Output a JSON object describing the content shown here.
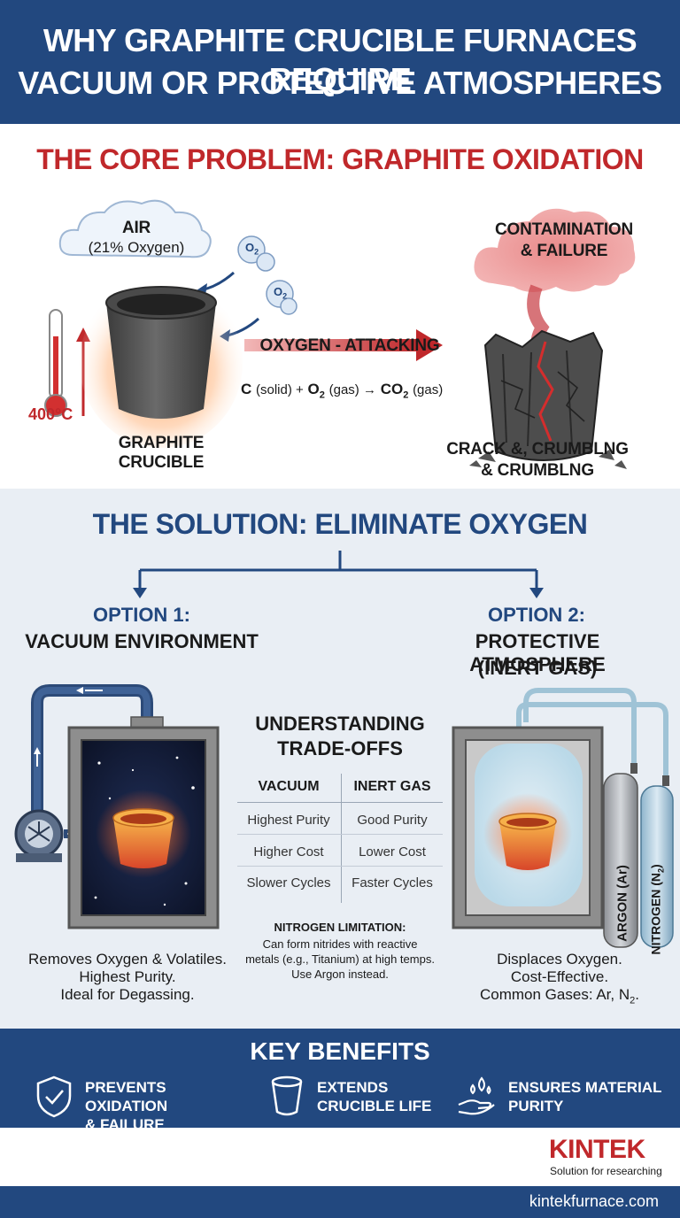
{
  "header": {
    "line1": "WHY GRAPHITE CRUCIBLE FURNACES REQUIRE",
    "line2": "VACUUM OR PROTECTIVE ATMOSPHERES"
  },
  "problem": {
    "title": "THE CORE PROBLEM: GRAPHITE OXIDATION",
    "air_label": "AIR",
    "air_sub": "(21% Oxygen)",
    "o2_bubble": "O",
    "o2_sub": "2",
    "temperature": "400°C",
    "crucible_line1": "GRAPHITE",
    "crucible_line2": "CRUCIBLE",
    "arrow_label": "OXYGEN - ATTACKING",
    "eq_c": "C",
    "eq_solid": "(solid) +",
    "eq_o": "O",
    "eq_sub2": "2",
    "eq_gas": "(gas) →",
    "eq_co": "CO",
    "eq_sub2b": "2",
    "eq_gas2": "(gas)",
    "cloud_line1": "CONTAMINATION",
    "cloud_line2": "& FAILURE",
    "crack_line1": "CRACK &, CRUMBLNG",
    "crack_line2": "& CRUMBLNG"
  },
  "solution": {
    "title": "THE SOLUTION: ELIMINATE OXYGEN",
    "opt1_label": "OPTION 1:",
    "opt1_name": "VACUUM ENVIRONMENT",
    "opt2_label": "OPTION 2:",
    "opt2_name1": "PROTECTIVE ATMOSPHERE",
    "opt2_name2": "(INERT GAS)",
    "tradeoffs_line1": "UNDERSTANDING",
    "tradeoffs_line2": "TRADE-OFFS",
    "table": {
      "headers": [
        "VACUUM",
        "INERT GAS"
      ],
      "rows": [
        [
          "Highest Purity",
          "Good Purity"
        ],
        [
          "Higher Cost",
          "Lower Cost"
        ],
        [
          "Slower Cycles",
          "Faster Cycles"
        ]
      ]
    },
    "nitrogen_title": "NITROGEN LIMITATION:",
    "nitrogen_l1": "Can form nitrides with reactive",
    "nitrogen_l2": "metals (e.g., Titanium) at high temps.",
    "nitrogen_l3": "Use Argon instead.",
    "vac_desc1": "Removes Oxygen & Volatiles.",
    "vac_desc2": "Highest Purity.",
    "vac_desc3": "Ideal for Degassing.",
    "gas_desc1": "Displaces Oxygen.",
    "gas_desc2": "Cost-Effective.",
    "gas_desc3": "Common Gases: Ar, N",
    "gas_desc3_sub": "2",
    "gas_desc3_end": ".",
    "argon_label": "ARGON (Ar)",
    "nitrogen_cyl_label": "NITROGEN (N",
    "nitrogen_cyl_sub": "2",
    "nitrogen_cyl_end": ")"
  },
  "benefits": {
    "title": "KEY BENEFITS",
    "items": [
      {
        "icon": "shield-check-icon",
        "line1": "PREVENTS OXIDATION",
        "line2": "& FAILURE"
      },
      {
        "icon": "crucible-icon",
        "line1": "EXTENDS",
        "line2": "CRUCIBLE LIFE"
      },
      {
        "icon": "hand-drops-icon",
        "line1": "ENSURES MATERIAL",
        "line2": "PURITY"
      }
    ]
  },
  "brand": {
    "name": "KINTEK",
    "tagline": "Solution for researching",
    "url": "kintekfurnace.com"
  },
  "colors": {
    "navy": "#22487f",
    "red": "#c0282b",
    "light_bg": "#e9eef4"
  }
}
